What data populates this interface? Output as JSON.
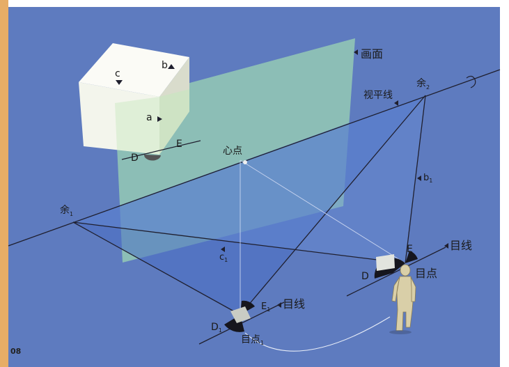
{
  "colors": {
    "background": "#5e7bbf",
    "left_strip": "#e7ad66",
    "picture_plane": "#a9e6b0",
    "triangle": "#4b6fc5",
    "lines": "#1f1f2e",
    "cube_front": "#f3f5ec",
    "cube_top": "#fbfbf6",
    "cube_side": "#d9dccc"
  },
  "labels": {
    "picture_plane": "画面",
    "horizon_line": "视平线",
    "center_point": "心点",
    "vanishing_left": "余",
    "vanishing_left_sub": "1",
    "vanishing_right": "余",
    "vanishing_right_sub": "2",
    "eye_line_right": "目线",
    "eye_line_left": "目线",
    "eye_point_right": "目点",
    "eye_point_left": "目点",
    "eye_point_left_sub": "1",
    "cube_a": "a",
    "cube_b": "b",
    "cube_c": "c",
    "cube_d": "D",
    "cube_e": "E",
    "b1": "b",
    "b1_sub": "1",
    "c1": "c",
    "c1_sub": "1",
    "d_right": "D",
    "e_right": "E",
    "d1": "D",
    "d1_sub": "1",
    "e1": "E",
    "e1_sub": "1",
    "page_number": "08"
  },
  "icons": {
    "curl_arrow": "curl-arrow-icon",
    "viewer": "standing-figure-icon"
  }
}
